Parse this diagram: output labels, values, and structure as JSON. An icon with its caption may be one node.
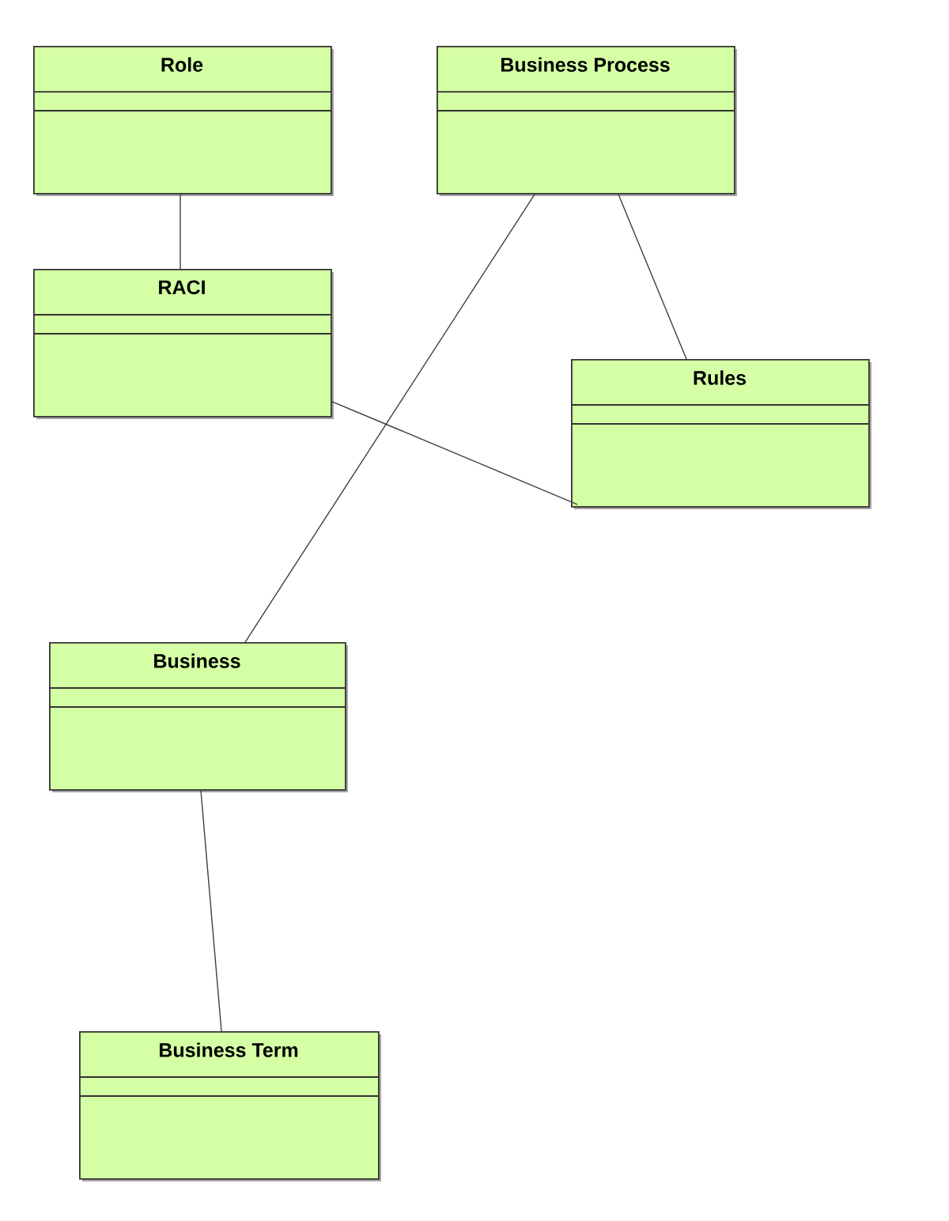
{
  "diagram": {
    "nodes": [
      {
        "text": [
          "Role"
        ]
      },
      {
        "text": [
          "Business Process"
        ]
      },
      {
        "text": [
          "RACI"
        ]
      },
      {
        "text": [
          "Rules"
        ]
      },
      {
        "text": [
          "Business"
        ]
      },
      {
        "text": [
          "Business Term"
        ]
      }
    ],
    "edges": [
      {
        "from": 0,
        "to": 2,
        "arrow": "none"
      },
      {
        "from": 1,
        "to": 4,
        "arrow": "none"
      },
      {
        "from": 1,
        "to": 3,
        "arrow": "none"
      },
      {
        "from": 2,
        "to": 3,
        "arrow": "none"
      },
      {
        "from": 4,
        "to": 5,
        "arrow": "none"
      }
    ]
  }
}
